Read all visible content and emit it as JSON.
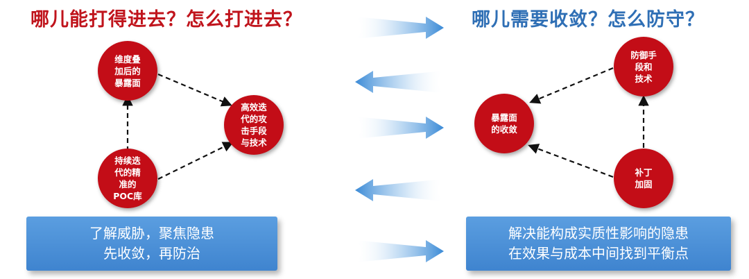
{
  "left_panel": {
    "title": "哪儿能打得进去？怎么打进去？",
    "nodes": {
      "exposure_surface": "维度叠\n加后的\n暴露面",
      "attack_methods": "高效迭\n代的攻\n击手段\n与技术",
      "poc_library": "持续迭\n代的精\n准的\nPOC库"
    },
    "banner": "了解威胁，聚焦隐患\n先收敛，再防治"
  },
  "right_panel": {
    "title": "哪儿需要收敛？怎么防守？",
    "nodes": {
      "defense_methods": "防御手\n段和\n技术",
      "surface_convergence": "暴露面\n的收敛",
      "patch_hardening": "补丁\n加固"
    },
    "banner": "解决能构成实质性影响的隐患\n在效果与成本中间找到平衡点"
  },
  "colors": {
    "node_red": "#c30d17",
    "left_title_red": "#c0141c",
    "right_title_blue": "#2f6fb5",
    "banner_blue": "#4a8fd8",
    "arrow_blue": "#3f8fd9"
  },
  "center_arrows": [
    "right",
    "left",
    "right",
    "left",
    "right"
  ]
}
